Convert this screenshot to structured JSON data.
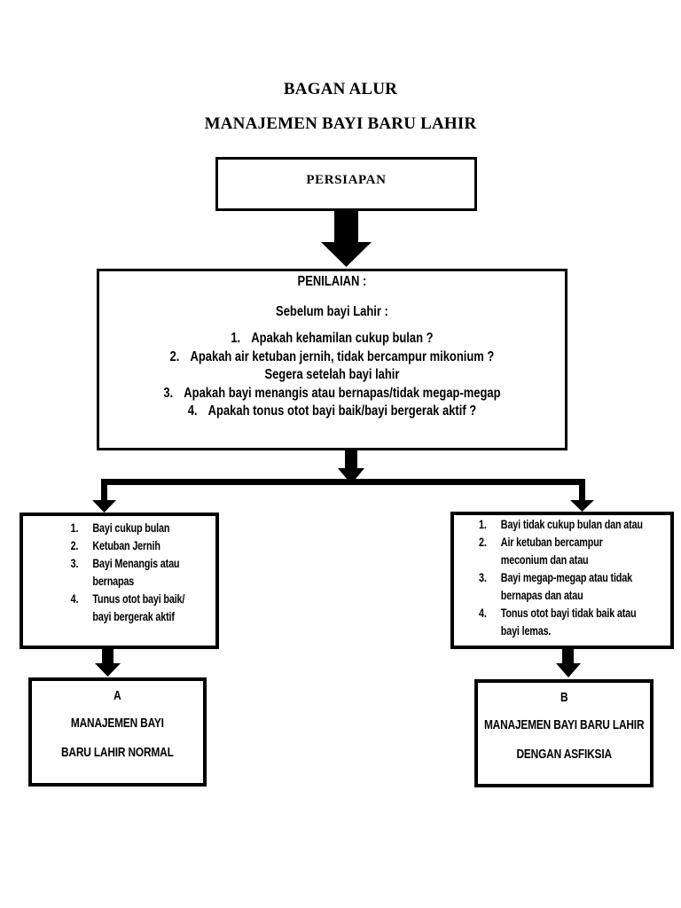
{
  "page": {
    "title_line1": "BAGAN ALUR",
    "title_line2": "MANAJEMEN BAYI BARU LAHIR"
  },
  "persiapan": {
    "label": "PERSIAPAN"
  },
  "penilaian": {
    "heading": "PENILAIAN :",
    "subheading": "Sebelum bayi Lahir :",
    "lines": [
      {
        "num": "1.",
        "text": "Apakah kehamilan cukup bulan ?"
      },
      {
        "num": "2.",
        "text": "Apakah air ketuban jernih, tidak bercampur mikonium ?"
      },
      {
        "text": "Segera setelah bayi lahir"
      },
      {
        "num": "3.",
        "text": "Apakah bayi menangis atau bernapas/tidak megap-megap"
      },
      {
        "num": "4.",
        "text": "Apakah tonus otot bayi baik/bayi bergerak aktif ?"
      }
    ]
  },
  "normal_criteria": {
    "items": [
      {
        "num": "1.",
        "lines": [
          "Bayi cukup bulan"
        ]
      },
      {
        "num": "2.",
        "lines": [
          "Ketuban Jernih"
        ]
      },
      {
        "num": "3.",
        "lines": [
          "Bayi Menangis atau",
          "bernapas"
        ]
      },
      {
        "num": "4.",
        "lines": [
          "Tunus otot bayi baik/",
          "bayi bergerak aktif"
        ]
      }
    ]
  },
  "asphyxia_criteria": {
    "items": [
      {
        "num": "1.",
        "lines": [
          "Bayi tidak cukup bulan dan atau"
        ]
      },
      {
        "num": "2.",
        "lines": [
          "Air ketuban bercampur",
          "meconium dan atau"
        ]
      },
      {
        "num": "3.",
        "lines": [
          "Bayi megap-megap atau tidak",
          "bernapas dan atau"
        ]
      },
      {
        "num": "4.",
        "lines": [
          "Tonus otot bayi tidak baik atau",
          "bayi lemas."
        ]
      }
    ]
  },
  "management_normal": {
    "lines": [
      "A",
      "MANAJEMEN BAYI",
      "BARU LAHIR NORMAL"
    ]
  },
  "management_asphyxia": {
    "lines": [
      "B",
      "MANAJEMEN BAYI BARU LAHIR",
      "DENGAN ASFIKSIA"
    ]
  },
  "colors": {
    "ink": "#000000",
    "background": "#ffffff"
  }
}
